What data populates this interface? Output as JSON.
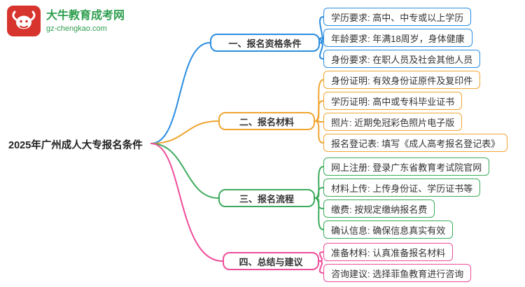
{
  "logo": {
    "site_name": "大牛教育成考网",
    "site_url": "gz-chengkao.com",
    "icon": "bull-icon",
    "brand_green": "#2e9e4f",
    "logo_red": "#d6342c"
  },
  "root": {
    "label": "2025年广州成人大专报名条件"
  },
  "colors": {
    "branch_blue": "#2a8ce0",
    "branch_orange": "#f0a532",
    "branch_green": "#3cab5c",
    "branch_pink": "#ee4d99"
  },
  "branches": [
    {
      "label": "一、报名资格条件",
      "color": "#2a8ce0",
      "items": [
        {
          "text": "学历要求: 高中、中专或以上学历"
        },
        {
          "text": "年龄要求: 年满18周岁，身体健康"
        },
        {
          "text": "身份要求: 在职人员及社会其他人员"
        }
      ]
    },
    {
      "label": "二、报名材料",
      "color": "#f0a532",
      "items": [
        {
          "text": "身份证明: 有效身份证原件及复印件"
        },
        {
          "text": "学历证明: 高中或专科毕业证书"
        },
        {
          "text": "照片: 近期免冠彩色照片电子版"
        },
        {
          "text": "报名登记表: 填写《成人高考报名登记表》"
        }
      ]
    },
    {
      "label": "三、报名流程",
      "color": "#3cab5c",
      "items": [
        {
          "text": "网上注册: 登录广东省教育考试院官网"
        },
        {
          "text": "材料上传: 上传身份证、学历证书等"
        },
        {
          "text": "缴费: 按规定缴纳报名费"
        },
        {
          "text": "确认信息: 确保信息真实有效"
        }
      ]
    },
    {
      "label": "四、总结与建议",
      "color": "#ee4d99",
      "items": [
        {
          "text": "准备材料: 认真准备报名材料"
        },
        {
          "text": "咨询建议: 选择菲鱼教育进行咨询"
        }
      ]
    }
  ]
}
